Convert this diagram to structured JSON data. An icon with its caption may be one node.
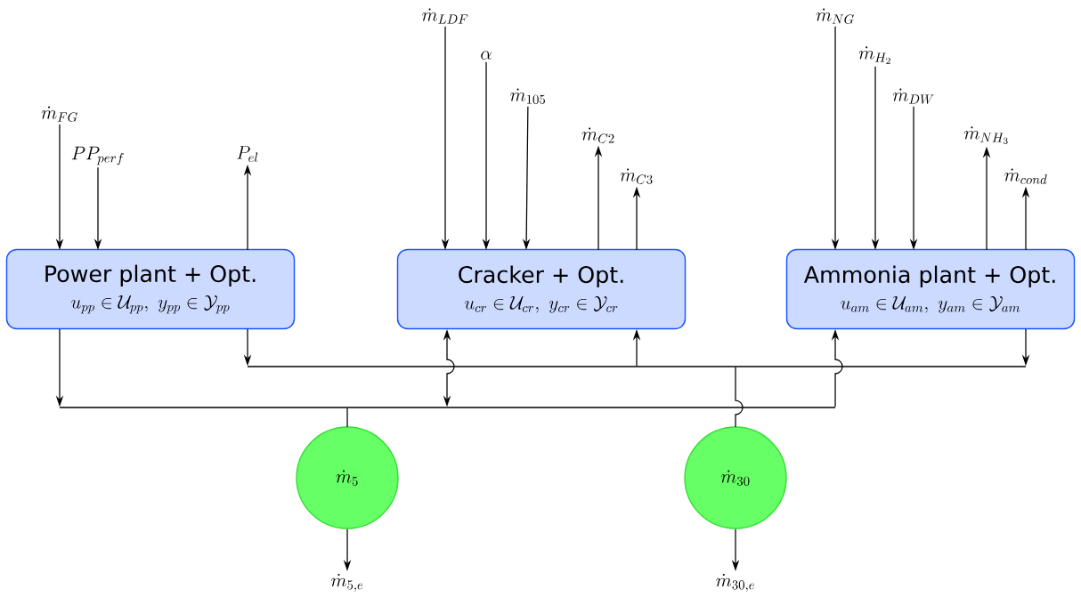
{
  "diagram": {
    "nodes": [
      {
        "text": [
          "\\dot{m}_{FG}"
        ]
      },
      {
        "text": [
          "PP_{perf}"
        ]
      },
      {
        "text": [
          "P_{el}"
        ]
      },
      {
        "text": [
          "\\dot{m}_{LDF}"
        ]
      },
      {
        "text": [
          "\\alpha"
        ]
      },
      {
        "text": [
          "\\dot{m}_{105}"
        ]
      },
      {
        "text": [
          "\\dot{m}_{C2}"
        ]
      },
      {
        "text": [
          "\\dot{m}_{C3}"
        ]
      },
      {
        "text": [
          "\\dot{m}_{NG}"
        ]
      },
      {
        "text": [
          "\\dot{m}_{H_2}"
        ]
      },
      {
        "text": [
          "\\dot{m}_{DW}"
        ]
      },
      {
        "text": [
          "\\dot{m}_{NH_3}"
        ]
      },
      {
        "text": [
          "\\dot{m}_{cond}"
        ]
      },
      {
        "text": [
          "Power plant + Opt.",
          "u_{pp} \\in \\mathcal{U}_{pp},\\ y_{pp} \\in \\mathcal{Y}_{pp}"
        ]
      },
      {
        "text": [
          "Cracker + Opt.",
          "u_{cr} \\in \\mathcal{U}_{cr},\\ y_{cr} \\in \\mathcal{Y}_{cr}"
        ]
      },
      {
        "text": [
          "Ammonia plant + Opt.",
          "u_{am} \\in \\mathcal{U}_{am},\\ y_{am} \\in \\mathcal{Y}_{am}"
        ]
      },
      {
        "text": [
          "\\dot{m}_5"
        ]
      },
      {
        "text": [
          "\\dot{m}_{30}"
        ]
      },
      {
        "text": [
          "\\dot{m}_{5,e}"
        ]
      },
      {
        "text": [
          "\\dot{m}_{30,e}"
        ]
      },
      {
        "text": [],
        "shape": "bar"
      },
      {
        "text": [],
        "shape": "bar"
      }
    ],
    "edges": [
      {
        "from": 0,
        "to": 13,
        "arrow": "to"
      },
      {
        "from": 1,
        "to": 13,
        "arrow": "to"
      },
      {
        "from": 13,
        "to": 2,
        "arrow": "to"
      },
      {
        "from": 3,
        "to": 14,
        "arrow": "to"
      },
      {
        "from": 4,
        "to": 14,
        "arrow": "to"
      },
      {
        "from": 5,
        "to": 14,
        "arrow": "to"
      },
      {
        "from": 14,
        "to": 6,
        "arrow": "to"
      },
      {
        "from": 14,
        "to": 7,
        "arrow": "to"
      },
      {
        "from": 8,
        "to": 15,
        "arrow": "to"
      },
      {
        "from": 9,
        "to": 15,
        "arrow": "to"
      },
      {
        "from": 10,
        "to": 15,
        "arrow": "to"
      },
      {
        "from": 15,
        "to": 11,
        "arrow": "to"
      },
      {
        "from": 15,
        "to": 12,
        "arrow": "to"
      },
      {
        "from": 13,
        "to": 21,
        "arrow": "to"
      },
      {
        "from": 14,
        "to": 21,
        "arrow": "both"
      },
      {
        "from": 21,
        "to": 15,
        "arrow": "to"
      },
      {
        "from": 21,
        "to": 16,
        "arrow": "none"
      },
      {
        "from": 13,
        "to": 20,
        "arrow": "to"
      },
      {
        "from": 20,
        "to": 14,
        "arrow": "to"
      },
      {
        "from": 15,
        "to": 20,
        "arrow": "to"
      },
      {
        "from": 20,
        "to": 17,
        "arrow": "none"
      },
      {
        "from": 16,
        "to": 18,
        "arrow": "to"
      },
      {
        "from": 17,
        "to": 19,
        "arrow": "to"
      }
    ]
  }
}
